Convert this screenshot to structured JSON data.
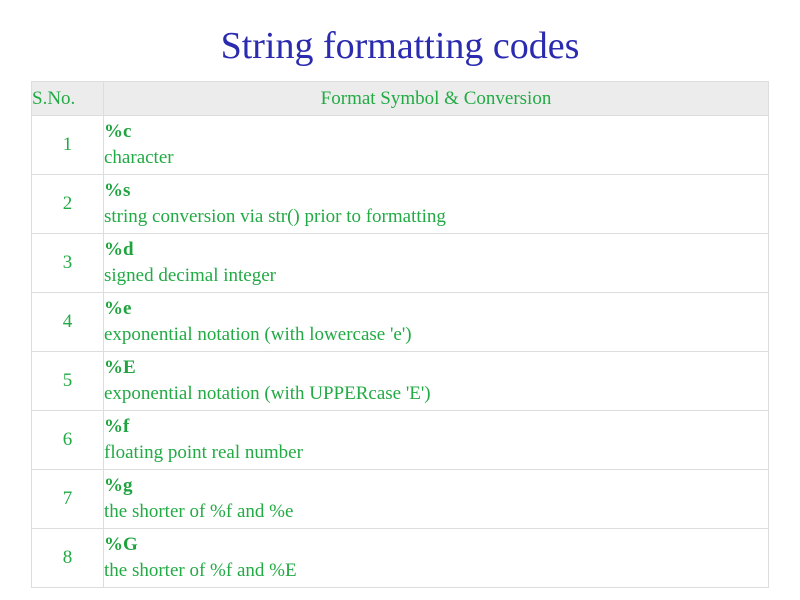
{
  "title": "String formatting codes",
  "table": {
    "headers": {
      "sno": "S.No.",
      "format": "Format Symbol & Conversion"
    },
    "rows": [
      {
        "sno": "1",
        "symbol": "%c",
        "conversion": "character"
      },
      {
        "sno": "2",
        "symbol": "%s",
        "conversion": "string conversion via str() prior to formatting"
      },
      {
        "sno": "3",
        "symbol": "%d",
        "conversion": "signed decimal integer"
      },
      {
        "sno": "4",
        "symbol": "%e",
        "conversion": "exponential notation (with lowercase 'e')"
      },
      {
        "sno": "5",
        "symbol": "%E",
        "conversion": "exponential notation (with UPPERcase 'E')"
      },
      {
        "sno": "6",
        "symbol": "%f",
        "conversion": "floating point real number"
      },
      {
        "sno": "7",
        "symbol": "%g",
        "conversion": "the shorter of %f and %e"
      },
      {
        "sno": "8",
        "symbol": "%G",
        "conversion": "the shorter of %f and %E"
      }
    ]
  },
  "colors": {
    "title": "#2b2bb0",
    "text": "#22aa44",
    "header_bg": "#ececec",
    "border": "#dddddd"
  }
}
